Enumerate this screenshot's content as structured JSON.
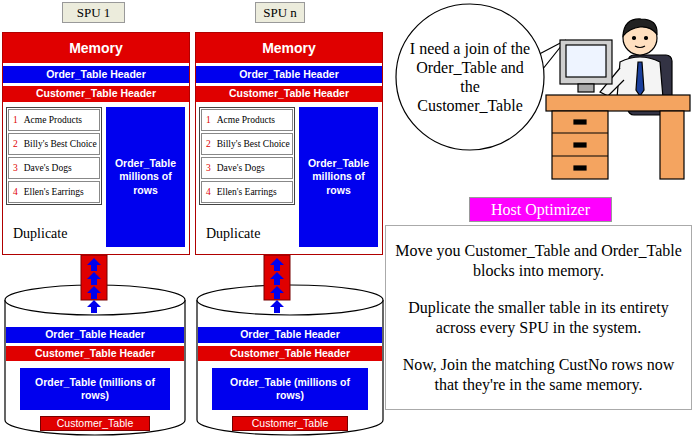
{
  "diagram": {
    "nodes": [
      {
        "text": [
          "SPU 1"
        ]
      },
      {
        "text": [
          "SPU n"
        ]
      },
      {
        "text": [
          "Memory"
        ]
      },
      {
        "text": [
          "Order_Table Header"
        ],
        "in": 2
      },
      {
        "text": [
          "Customer_Table Header"
        ],
        "in": 2
      },
      {
        "text": [
          "1",
          "Acme Products"
        ],
        "in": 2
      },
      {
        "text": [
          "2",
          "Billy's Best Choice"
        ],
        "in": 2
      },
      {
        "text": [
          "3",
          "Dave's Dogs"
        ],
        "in": 2
      },
      {
        "text": [
          "4",
          "Ellen's Earrings"
        ],
        "in": 2
      },
      {
        "text": [
          "Order_Table millions of rows"
        ],
        "in": 2
      },
      {
        "text": [
          "Memory"
        ]
      },
      {
        "text": [
          "Order_Table Header"
        ],
        "in": 10
      },
      {
        "text": [
          "Customer_Table Header"
        ],
        "in": 10
      },
      {
        "text": [
          "1",
          "Acme Products"
        ],
        "in": 10
      },
      {
        "text": [
          "2",
          "Billy's Best Choice"
        ],
        "in": 10
      },
      {
        "text": [
          "3",
          "Dave's Dogs"
        ],
        "in": 10
      },
      {
        "text": [
          "4",
          "Ellen's Earrings"
        ],
        "in": 10
      },
      {
        "text": [
          "Order_Table millions of rows"
        ],
        "in": 10
      },
      {
        "text": [
          "I need a join of the Order_Table and the Customer_Table"
        ]
      },
      {
        "text": [
          "Host Optimizer"
        ]
      },
      {
        "text": [
          "Move you Customer_Table and Order_Table blocks into memory.",
          "Duplicate the smaller table in its entirety across every SPU in the system.",
          "Now, Join the matching CustNo rows now that they're in the same memory."
        ]
      },
      {
        "text": [
          "Order_Table Header"
        ]
      },
      {
        "text": [
          "Customer_Table Header"
        ]
      },
      {
        "text": [
          "Order_Table (millions of rows)"
        ]
      },
      {
        "text": [
          "Customer_Table"
        ]
      },
      {
        "text": [
          "Order_Table Header"
        ]
      },
      {
        "text": [
          "Customer_Table Header"
        ]
      },
      {
        "text": [
          "Order_Table (millions of rows)"
        ]
      },
      {
        "text": [
          "Customer_Table"
        ]
      }
    ],
    "labels": [
      "Duplicate",
      "Duplicate"
    ]
  }
}
